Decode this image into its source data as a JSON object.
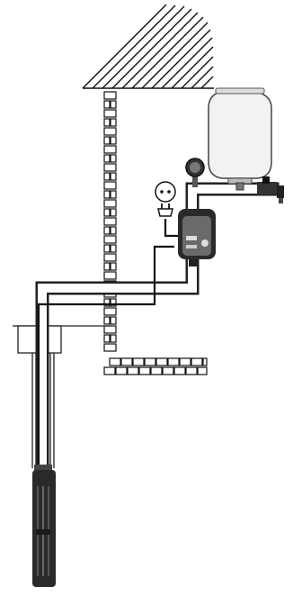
{
  "diagram": {
    "type": "well-pump-installation",
    "components": [
      {
        "name": "roof",
        "icon": "roof-hatch-icon"
      },
      {
        "name": "brick-wall",
        "icon": "brick-wall-icon"
      },
      {
        "name": "brick-floor",
        "icon": "brick-floor-icon"
      },
      {
        "name": "expansion-tank",
        "icon": "pressure-tank-icon"
      },
      {
        "name": "pressure-gauge",
        "icon": "gauge-icon"
      },
      {
        "name": "water-tap",
        "icon": "tap-icon"
      },
      {
        "name": "power-socket",
        "icon": "socket-icon"
      },
      {
        "name": "power-plug",
        "icon": "plug-icon"
      },
      {
        "name": "pump-controller",
        "icon": "controller-icon"
      },
      {
        "name": "well-casing",
        "icon": "well-icon"
      },
      {
        "name": "submersible-pump",
        "icon": "submersible-pump-icon"
      }
    ],
    "colors": {
      "line": "#111111",
      "device_body": "#2a2a2a",
      "device_panel": "#6a6a6a",
      "tank": "#f2f2f2",
      "background": "#ffffff"
    }
  }
}
